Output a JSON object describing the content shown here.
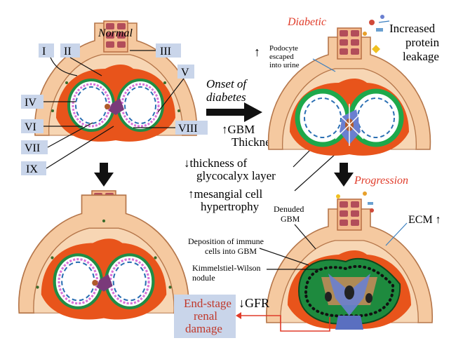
{
  "panels": {
    "normal_title": "Normal",
    "diabetic_title": "Diabetic",
    "progression": "Progression"
  },
  "roman_labels": [
    "I",
    "II",
    "III",
    "IV",
    "V",
    "VI",
    "VII",
    "VIII",
    "IX"
  ],
  "annotations": {
    "podocyte_arrow": "↑",
    "podocyte_line1": "Podocyte",
    "podocyte_line2": "escaped",
    "podocyte_line3": "into urine",
    "protein_line1": "Increased",
    "protein_line2": "protein",
    "protein_line3": "leakage",
    "onset_line1": "Onset of",
    "onset_line2": "diabetes",
    "gbm_line1": "↑GBM",
    "gbm_line2": "Thickness",
    "glyco_line1": "↓thickness of",
    "glyco_line2": "glycocalyx layer",
    "mesangial_line1": "↑mesangial cell",
    "mesangial_line2": "hypertrophy",
    "denuded_line1": "Denuded",
    "denuded_line2": "GBM",
    "ecm": "ECM ↑",
    "immune_line1": "Deposition of immune",
    "immune_line2": "cells into GBM",
    "kw_line1": "Kimmelstiel-Wilson",
    "kw_line2": "nodule",
    "gfr": "↓GFR",
    "esrd_line1": "End-stage",
    "esrd_line2": "renal",
    "esrd_line3": "damage"
  },
  "colors": {
    "capsule": "#f5c9a0",
    "capsule_edge": "#c98a5a",
    "podocyte": "#e8541b",
    "gbm_normal": "#2a9a4a",
    "gbm_thick": "#1ea84b",
    "glycocalyx": "#d873d8",
    "endothelium": "#2b6fb3",
    "urothelium": "#c8546b",
    "label_box": "#c9d5ea",
    "red_text": "#e03c2a",
    "arrow": "#111111",
    "mesangial": "#6a7fd0"
  }
}
